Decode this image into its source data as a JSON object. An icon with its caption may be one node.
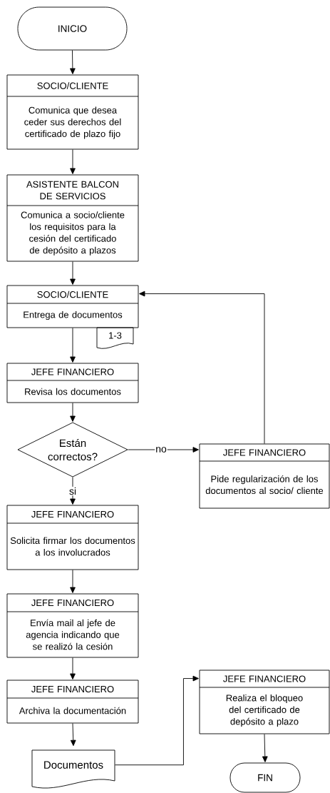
{
  "diagram": {
    "nodes": [
      {
        "text": [
          "INICIO"
        ]
      },
      {
        "text": [
          "SOCIO/CLIENTE",
          "Comunica que desea ceder sus derechos del certificado de plazo fijo"
        ]
      },
      {
        "text": [
          "ASISTENTE BALCON DE SERVICIOS",
          "Comunica a socio/cliente los requisitos para la cesión del certificado de depósito a plazos"
        ]
      },
      {
        "text": [
          "SOCIO/CLIENTE",
          "Entrega de documentos"
        ]
      },
      {
        "text": [
          "1-3"
        ]
      },
      {
        "text": [
          "JEFE FINANCIERO",
          "Revisa los documentos"
        ]
      },
      {
        "text": [
          "Están correctos?"
        ]
      },
      {
        "text": [
          "JEFE FINANCIERO",
          "Pide regularización de los documentos al socio/ cliente"
        ]
      },
      {
        "text": [
          "JEFE FINANCIERO",
          "Solicita firmar los documentos a los involucrados"
        ]
      },
      {
        "text": [
          "JEFE FINANCIERO",
          "Envía mail al jefe de agencia indicando que se realizó la cesión"
        ]
      },
      {
        "text": [
          "JEFE FINANCIERO",
          "Archiva la documentación"
        ]
      },
      {
        "text": [
          "Documentos"
        ]
      },
      {
        "text": [
          "JEFE FINANCIERO",
          "Realiza el bloqueo del certificado de depósito a plazo"
        ]
      },
      {
        "text": [
          "FIN"
        ]
      }
    ],
    "edges": [
      {
        "from": 0,
        "to": 1,
        "arrow": "to"
      },
      {
        "from": 1,
        "to": 2,
        "arrow": "to"
      },
      {
        "from": 2,
        "to": 3,
        "arrow": "to"
      },
      {
        "from": 3,
        "to": 5,
        "arrow": "to"
      },
      {
        "from": 5,
        "to": 6,
        "arrow": "to"
      },
      {
        "from": 6,
        "to": 7,
        "arrow": "to",
        "label": "no"
      },
      {
        "from": 7,
        "to": 3,
        "arrow": "to"
      },
      {
        "from": 6,
        "to": 8,
        "arrow": "to",
        "label": "si"
      },
      {
        "from": 8,
        "to": 9,
        "arrow": "to"
      },
      {
        "from": 9,
        "to": 10,
        "arrow": "to"
      },
      {
        "from": 10,
        "to": 11,
        "arrow": "to"
      },
      {
        "from": 11,
        "to": 12,
        "arrow": "to"
      },
      {
        "from": 12,
        "to": 13,
        "arrow": "to"
      }
    ]
  }
}
